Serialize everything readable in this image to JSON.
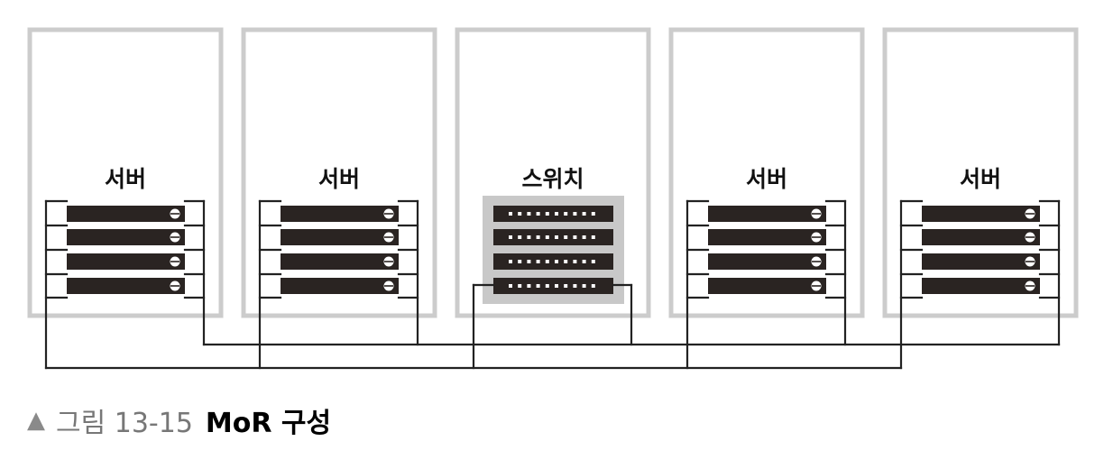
{
  "racks": [
    {
      "label": "서버",
      "kind": "server"
    },
    {
      "label": "서버",
      "kind": "server"
    },
    {
      "label": "스위치",
      "kind": "switch"
    },
    {
      "label": "서버",
      "kind": "server"
    },
    {
      "label": "서버",
      "kind": "server"
    }
  ],
  "units_per_rack": 4,
  "caption": {
    "marker": "▲",
    "figure_number": "그림 13-15",
    "title": "MoR 구성"
  },
  "colors": {
    "rack_border": "#cccccc",
    "unit_fill": "#2a2422",
    "switch_panel": "#c8c8c8",
    "cable": "#222222"
  }
}
